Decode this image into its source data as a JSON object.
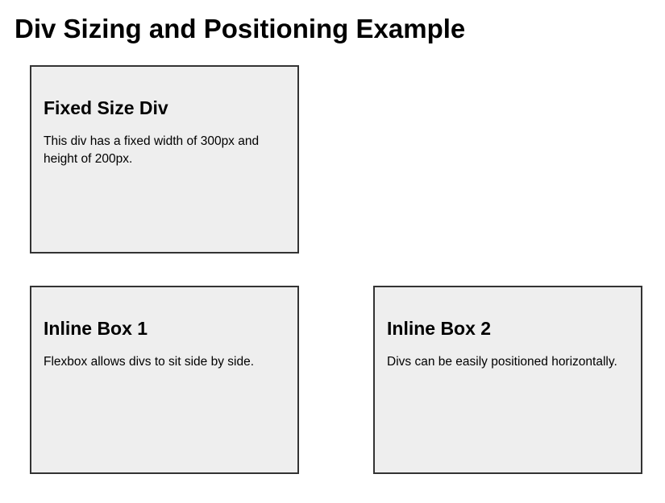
{
  "page": {
    "title": "Div Sizing and Positioning Example"
  },
  "boxes": [
    {
      "heading": "Fixed Size Div",
      "text": "This div has a fixed width of 300px and height of 200px."
    },
    {
      "heading": "Inline Box 1",
      "text": "Flexbox allows divs to sit side by side."
    },
    {
      "heading": "Inline Box 2",
      "text": "Divs can be easily positioned horizontally."
    }
  ],
  "colors": {
    "box_background": "#eeeeee",
    "box_border": "#333333",
    "text": "#000000"
  }
}
